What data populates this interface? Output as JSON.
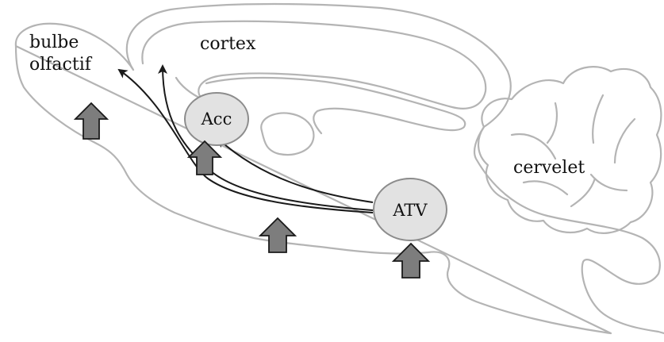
{
  "labels": {
    "olfactory_line1": "bulbe",
    "olfactory_line2": "olfactif",
    "cortex": "cortex",
    "cerebellum": "cervelet"
  },
  "nodes": {
    "acc": "Acc",
    "atv": "ATV"
  },
  "colors": {
    "outline": "#b4b4b4",
    "nucleus_fill": "#e2e2e2",
    "arrow_fill": "#7d7d7d",
    "pathway": "#1a1a1a"
  }
}
